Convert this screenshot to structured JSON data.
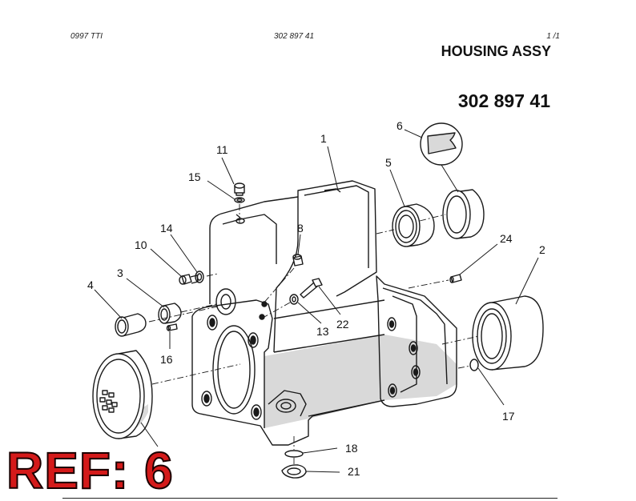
{
  "header": {
    "left": "0997 TTI",
    "center": "302 897 41",
    "right": "1 /1",
    "title": "HOUSING ASSY",
    "part_number": "302 897 41"
  },
  "callouts": [
    "1",
    "2",
    "3",
    "4",
    "5",
    "6",
    "8",
    "10",
    "11",
    "13",
    "14",
    "15",
    "16",
    "17",
    "18",
    "21",
    "22",
    "24"
  ],
  "ref_label": "REF: 6",
  "colors": {
    "line": "#1a1a1a",
    "shade": "#d9d9d9",
    "ref_red": "#d41a1a"
  }
}
